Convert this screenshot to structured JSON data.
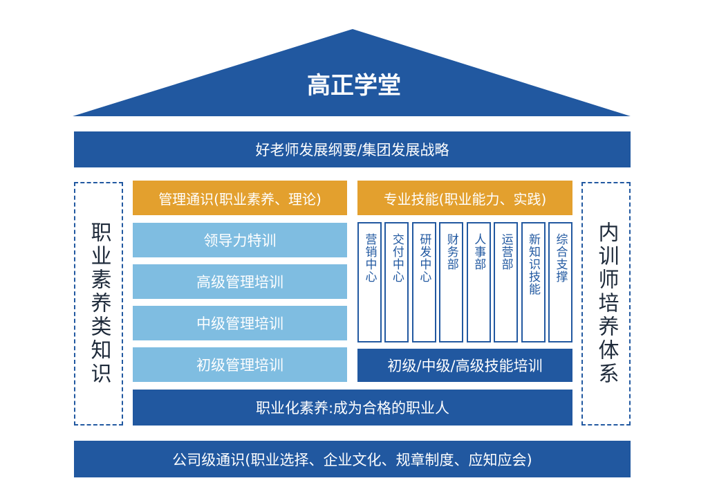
{
  "roof": {
    "title": "高正学堂",
    "color": "#2158a0"
  },
  "top_banner": "好老师发展纲要/集团发展战略",
  "management": {
    "header": "管理通识(职业素养、理论)",
    "items": [
      "领导力特训",
      "高级管理培训",
      "中级管理培训",
      "初级管理培训"
    ]
  },
  "professional": {
    "header": "专业技能(职业能力、实践)",
    "departments": [
      "营销中心",
      "交付中心",
      "研发中心",
      "财务部",
      "人事部",
      "运营部",
      "新知识技能",
      "综合支撑"
    ],
    "skill_bar": "初级/中级/高级技能培训"
  },
  "middle_banner": "职业化素养:成为合格的职业人",
  "left_pillar": "职业素养类知识",
  "right_pillar": "内训师培养体系",
  "bottom_banner": "公司级通识(职业选择、企业文化、规章制度、应知应会)",
  "colors": {
    "dark_blue": "#2158a0",
    "gold": "#e3a02e",
    "light_blue": "#7fbde1"
  }
}
